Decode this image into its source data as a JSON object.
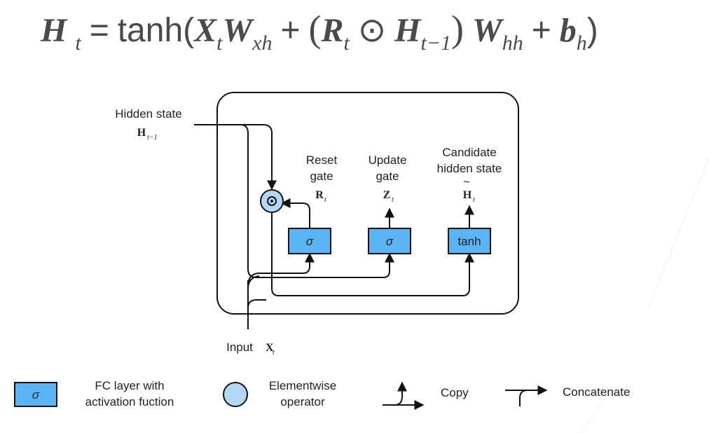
{
  "formula": {
    "lhs": "H",
    "lhs_sub": "t",
    "eq": "=",
    "func": "tanh(",
    "x": "X",
    "x_sub": "t",
    "w_xh": "W",
    "w_xh_sub": "xh",
    "plus1": "+",
    "lparen": "(",
    "r": "R",
    "r_sub": "t",
    "odot": "⊙",
    "h_prev": "H",
    "h_prev_sub": "t−1",
    "rparen": ")",
    "w_hh": "W",
    "w_hh_sub": "hh",
    "plus2": "+",
    "b": "b",
    "b_sub": "h",
    "close": ")"
  },
  "diagram": {
    "hidden_state_label": "Hidden state",
    "hidden_state_symbol": "H",
    "hidden_state_sub": "t−1",
    "reset_gate_label_line1": "Reset",
    "reset_gate_label_line2": "gate",
    "reset_symbol": "R",
    "reset_sub": "t",
    "update_gate_label_line1": "Update",
    "update_gate_label_line2": "gate",
    "update_symbol": "Z",
    "update_sub": "t",
    "candidate_label_line1": "Candidate",
    "candidate_label_line2": "hidden state",
    "candidate_symbol": "H",
    "candidate_sub": "t",
    "sigma_reset": "σ",
    "sigma_update": "σ",
    "tanh": "tanh",
    "input_label": "Input",
    "input_symbol": "X",
    "input_sub": "t"
  },
  "legend": {
    "fc_symbol": "σ",
    "fc_line1": "FC layer with",
    "fc_line2": "activation fuction",
    "elementwise_line1": "Elementwise",
    "elementwise_line2": "operator",
    "copy": "Copy",
    "concatenate": "Concatenate"
  },
  "colors": {
    "fc_fill": "#5ab4f4",
    "op_fill": "#b3d7f7",
    "stroke": "#111111"
  }
}
